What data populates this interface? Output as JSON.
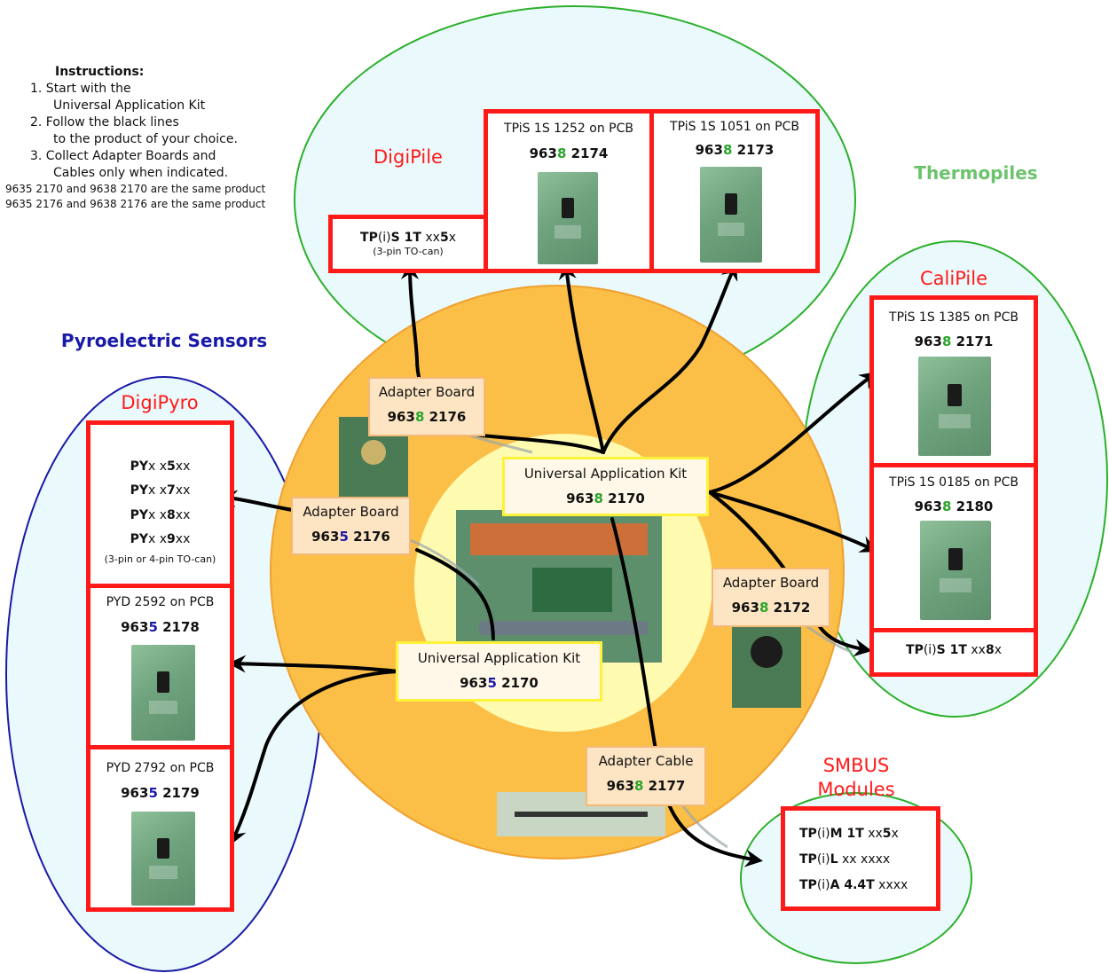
{
  "instructions": {
    "heading": "Instructions:",
    "step1a": "1. Start with the",
    "step1b": "Universal Application Kit",
    "step2a": "2. Follow the black lines",
    "step2b": "to the product of your choice.",
    "step3a": "3. Collect Adapter Boards and",
    "step3b": "Cables only when indicated.",
    "note1": "9635 2170 and 9638 2170 are the same product",
    "note2": "9635 2176 and 9638 2176 are the same product"
  },
  "groups": {
    "thermopiles": "Thermopiles",
    "pyroelectric": "Pyroelectric Sensors"
  },
  "categories": {
    "digipile": "DigiPile",
    "calipile": "CaliPile",
    "digipyro": "DigiPyro",
    "smbus_line1": "SMBUS",
    "smbus_line2": "Modules"
  },
  "digipile": {
    "tpis_prefix": "TP",
    "tpis_i": "(i)",
    "tpis_bold": "S 1T",
    "tpis_mid": " xx",
    "tpis_digit": "5",
    "tpis_end": "x",
    "tpis_note": "(3-pin TO-can)",
    "pcb1_title": "TPiS 1S 1252 on PCB",
    "pcb1_a": "963",
    "pcb1_b": "8",
    "pcb1_c": " 2174",
    "pcb2_title": "TPiS 1S 1051 on PCB",
    "pcb2_a": "963",
    "pcb2_b": "8",
    "pcb2_c": " 2173"
  },
  "calipile": {
    "pcb1_title": "TPiS 1S 1385 on PCB",
    "pcb1_a": "963",
    "pcb1_b": "8",
    "pcb1_c": " 2171",
    "pcb2_title": "TPiS 1S 0185 on PCB",
    "pcb2_a": "963",
    "pcb2_b": "8",
    "pcb2_c": " 2180",
    "tpis_prefix": "TP",
    "tpis_i": "(i)",
    "tpis_bold": "S 1T",
    "tpis_mid": " xx",
    "tpis_digit": "8",
    "tpis_end": "x"
  },
  "digipyro": {
    "py": "PY",
    "x": "x x",
    "xx": "xx",
    "d1": "5",
    "d2": "7",
    "d3": "8",
    "d4": "9",
    "note": "(3-pin or 4-pin TO-can)",
    "pcb1_title": "PYD 2592 on PCB",
    "pcb1_a": "963",
    "pcb1_b": "5",
    "pcb1_c": " 2178",
    "pcb2_title": "PYD 2792 on PCB",
    "pcb2_a": "963",
    "pcb2_b": "5",
    "pcb2_c": " 2179"
  },
  "smbus": {
    "tp": "TP",
    "i": "(i)",
    "m_bold": "M 1T",
    "m_rest_a": " xx",
    "m_digit": "5",
    "m_rest_b": "x",
    "l_bold": "L",
    "l_rest": " xx xxxx",
    "a_bold": "A 4.4T",
    "a_rest": " xxxx"
  },
  "adapters": {
    "board_label": "Adapter Board",
    "cable_label": "Adapter Cable",
    "a1_a": "963",
    "a1_b": "8",
    "a1_c": " 2176",
    "a2_a": "963",
    "a2_b": "5",
    "a2_c": " 2176",
    "a3_a": "963",
    "a3_b": "8",
    "a3_c": " 2172",
    "a4_a": "963",
    "a4_b": "8",
    "a4_c": " 2177"
  },
  "kits": {
    "label": "Universal Application Kit",
    "k1_a": "963",
    "k1_b": "8",
    "k1_c": " 2170",
    "k2_a": "963",
    "k2_b": "5",
    "k2_c": " 2170"
  },
  "colors": {
    "thermopile_green": "#6cc36c",
    "pyro_blue": "#1a1aa8",
    "category_red": "#ff1a1a",
    "code_green": "#2aa42a",
    "orange_disc": "#fbbf48",
    "inner_disc": "#fefbb0"
  }
}
